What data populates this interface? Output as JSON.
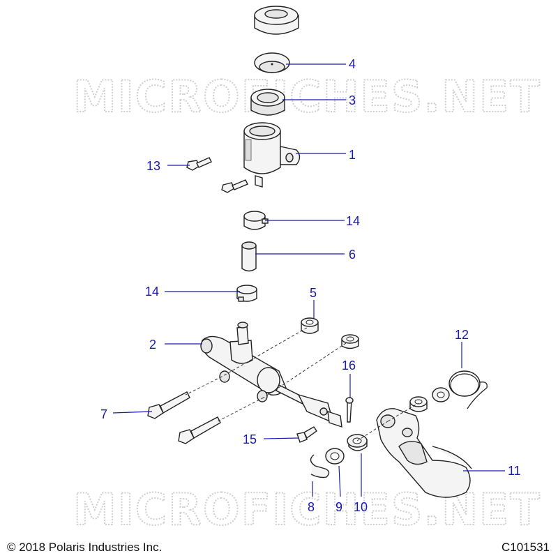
{
  "watermark": "MICROFICHES.NET",
  "footer": {
    "copyright": "© 2018 Polaris Industries Inc.",
    "diagram_id": "C101531"
  },
  "callouts": {
    "c1": "1",
    "c2": "2",
    "c3": "3",
    "c4": "4",
    "c5": "5",
    "c6": "6",
    "c7": "7",
    "c8": "8",
    "c9": "9",
    "c10": "10",
    "c11": "11",
    "c12": "12",
    "c13": "13",
    "c14a": "14",
    "c14b": "14",
    "c15": "15",
    "c16": "16"
  },
  "colors": {
    "callout": "#1a1ab0",
    "watermark": "#cfcfcf",
    "outline": "#222222"
  }
}
